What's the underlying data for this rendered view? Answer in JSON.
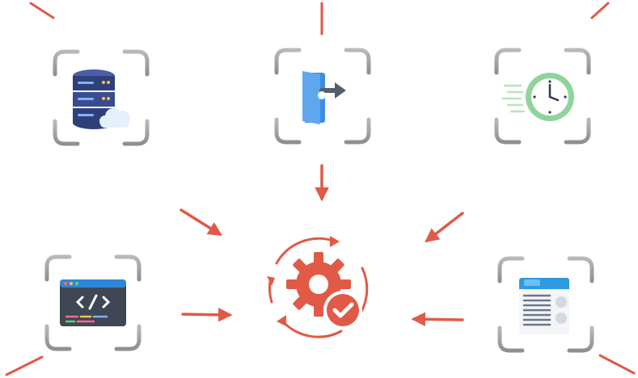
{
  "diagram": {
    "accent_color": "#e05a47",
    "frame_color": "#9a9a9a",
    "center": {
      "icon": "gear-check-cycle-icon"
    },
    "nodes": [
      {
        "id": "database",
        "icon": "database-cloud-icon"
      },
      {
        "id": "exit",
        "icon": "door-exit-icon"
      },
      {
        "id": "speed",
        "icon": "fast-clock-icon"
      },
      {
        "id": "code",
        "icon": "code-window-icon"
      },
      {
        "id": "form",
        "icon": "document-form-icon"
      }
    ]
  }
}
